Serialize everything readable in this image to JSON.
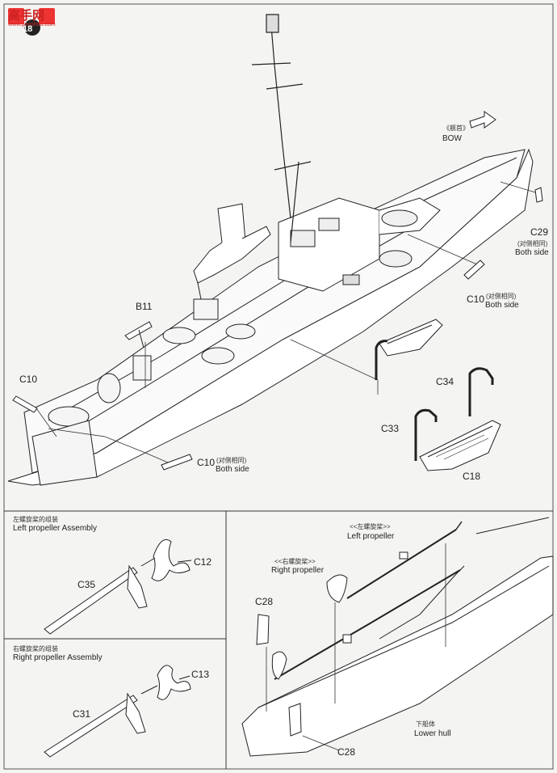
{
  "watermark": {
    "cn": "高手网",
    "url": "www.gaoshou.com"
  },
  "page_number": "18",
  "main": {
    "bow_cn": "《舰首》",
    "bow_en": "BOW",
    "c29": "C29",
    "c29_cn": "(对侧相同)",
    "c29_en": "Both side",
    "c10_top": "C10",
    "c10_top_cn": "(对侧相同)",
    "c10_top_en": "Both side",
    "b11": "B11",
    "c10_left": "C10",
    "c10_bottom": "C10",
    "c10_bottom_cn": "(对侧相同)",
    "c10_bottom_en": "Both side",
    "c34": "C34",
    "c33": "C33",
    "c18": "C18"
  },
  "left_panel_top": {
    "title_cn": "左螺旋桨的组装",
    "title_en": "Left propeller Assembly",
    "c12": "C12",
    "c35": "C35"
  },
  "left_panel_bottom": {
    "title_cn": "右螺旋桨的组装",
    "title_en": "Right propeller Assembly",
    "c13": "C13",
    "c31": "C31"
  },
  "right_panel": {
    "left_prop_cn": "<<左螺旋桨>>",
    "left_prop_en": "Left propeller",
    "right_prop_cn": "<<右螺旋桨>>",
    "right_prop_en": "Right propeller",
    "c28_top": "C28",
    "c28_bottom": "C28",
    "lower_hull_cn": "下船体",
    "lower_hull_en": "Lower hull"
  }
}
